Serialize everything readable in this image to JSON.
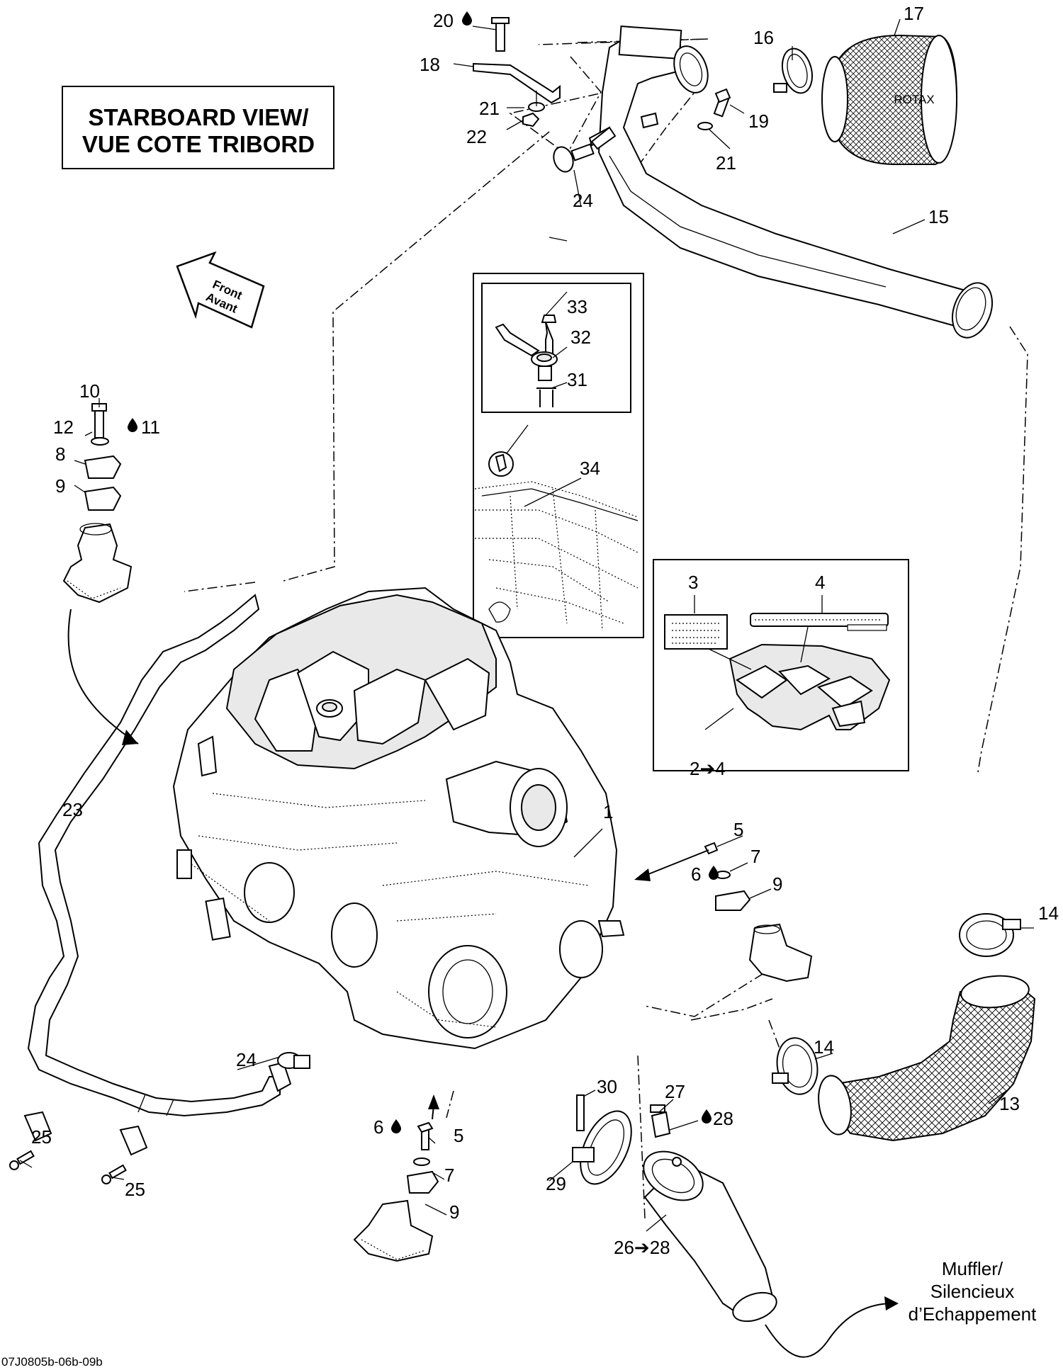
{
  "title": {
    "line1": "STARBOARD VIEW/",
    "line2": "VUE COTE TRIBORD"
  },
  "front_arrow": {
    "line1": "Front",
    "line2": "Avant"
  },
  "filter_brand": "ROTAX",
  "muffler": {
    "line1": "Muffler/",
    "line2": "Silencieux",
    "line3": "d’Echappement"
  },
  "drawing_code": "07J0805b-06b-09b",
  "drop_icon": "liquid-drop-icon",
  "callouts": {
    "c1": "1",
    "c2to4": "2➔4",
    "c3": "3",
    "c4": "4",
    "c5a": "5",
    "c5b": "5",
    "c6a": "6",
    "c6b": "6",
    "c7a": "7",
    "c7b": "7",
    "c8": "8",
    "c9a": "9",
    "c9b": "9",
    "c9c": "9",
    "c10": "10",
    "c11": "11",
    "c12": "12",
    "c13": "13",
    "c14a": "14",
    "c14b": "14",
    "c15": "15",
    "c16": "16",
    "c17": "17",
    "c18": "18",
    "c19": "19",
    "c20": "20",
    "c21a": "21",
    "c21b": "21",
    "c22": "22",
    "c23": "23",
    "c24a": "24",
    "c24b": "24",
    "c25a": "25",
    "c25b": "25",
    "c26to28": "26➔28",
    "c27": "27",
    "c28": "28",
    "c29": "29",
    "c30": "30",
    "c31": "31",
    "c32": "32",
    "c33": "33",
    "c34": "34"
  }
}
